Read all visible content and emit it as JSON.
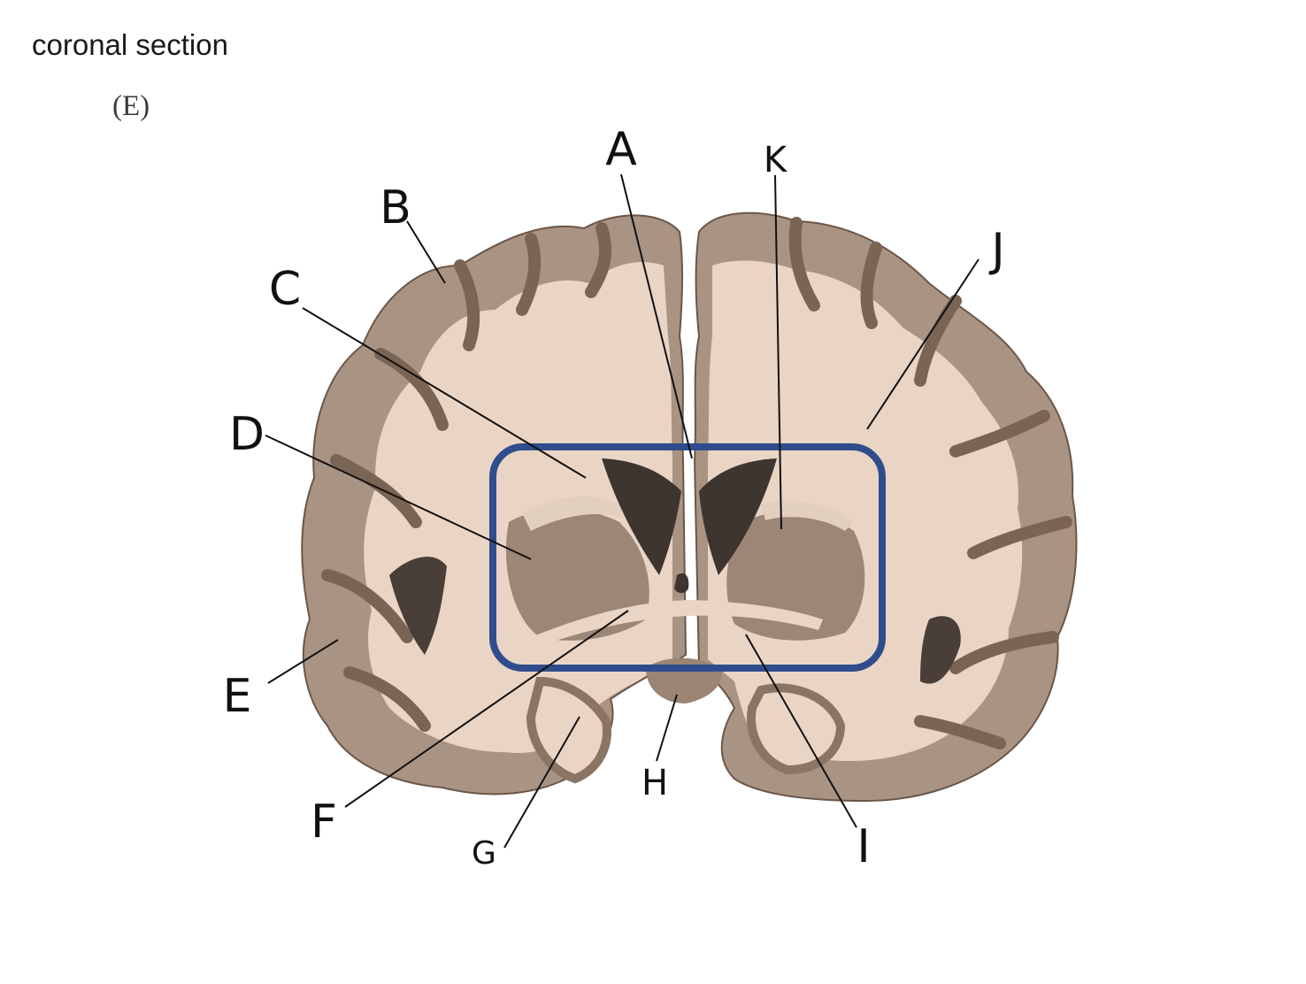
{
  "header": {
    "title": "coronal section",
    "panel": "(E)"
  },
  "labels": [
    {
      "id": "A",
      "text": "A"
    },
    {
      "id": "B",
      "text": "B"
    },
    {
      "id": "C",
      "text": "C"
    },
    {
      "id": "D",
      "text": "D"
    },
    {
      "id": "E",
      "text": "E"
    },
    {
      "id": "F",
      "text": "F"
    },
    {
      "id": "G",
      "text": "G"
    },
    {
      "id": "H",
      "text": "H"
    },
    {
      "id": "I",
      "text": "I"
    },
    {
      "id": "J",
      "text": "J"
    },
    {
      "id": "K",
      "text": "K"
    }
  ],
  "colors": {
    "white_matter": "#ead5c5",
    "gray_matter": "#a99484",
    "cortex_edge": "#8a7464",
    "deep_nuclei": "#9c8676",
    "ventricle": "#4a3e38",
    "highlight_box": "#2f4d8c"
  }
}
